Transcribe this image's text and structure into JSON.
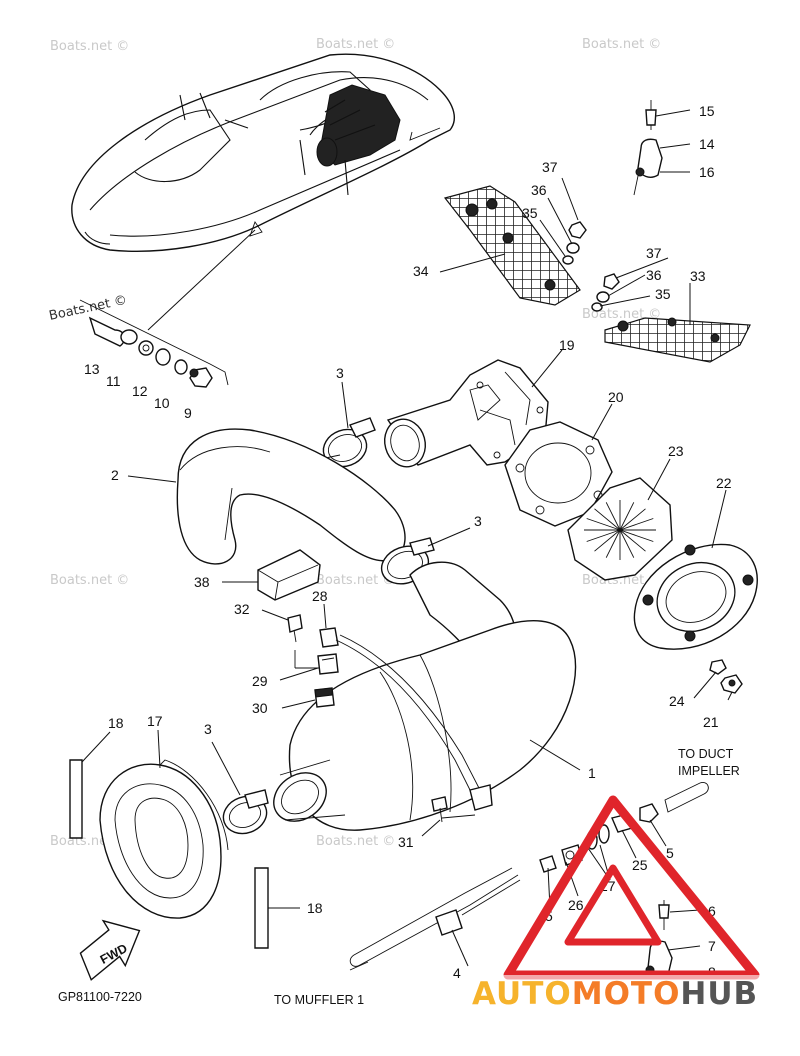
{
  "watermark_text": "Boats.net ©",
  "diagram_code": "GP81100-7220",
  "notes": {
    "to_duct_line1": "TO DUCT",
    "to_duct_line2": "IMPELLER",
    "to_muffler": "TO MUFFLER 1",
    "fwd": "FWD"
  },
  "callouts": {
    "c1": "1",
    "c2": "2",
    "c3a": "3",
    "c3b": "3",
    "c3c": "3",
    "c4": "4",
    "c5a": "5",
    "c5b": "5",
    "c6": "6",
    "c7": "7",
    "c8": "8",
    "c9": "9",
    "c10": "10",
    "c11": "11",
    "c12": "12",
    "c13": "13",
    "c14": "14",
    "c15": "15",
    "c16": "16",
    "c17": "17",
    "c18a": "18",
    "c18b": "18",
    "c19": "19",
    "c20": "20",
    "c21": "21",
    "c22": "22",
    "c23": "23",
    "c24": "24",
    "c25": "25",
    "c26": "26",
    "c27": "27",
    "c28": "28",
    "c29": "29",
    "c30": "30",
    "c31": "31",
    "c32": "32",
    "c33": "33",
    "c34": "34",
    "c35a": "35",
    "c35b": "35",
    "c36a": "36",
    "c36b": "36",
    "c37a": "37",
    "c37b": "37",
    "c38": "38"
  },
  "brand": {
    "part1": "AUTO",
    "part2": "MOTO",
    "part3": "HUB",
    "color_auto": "#f6b32c",
    "color_moto": "#f47c27",
    "color_hub": "#555555",
    "color_triangle": "#e0252b"
  }
}
